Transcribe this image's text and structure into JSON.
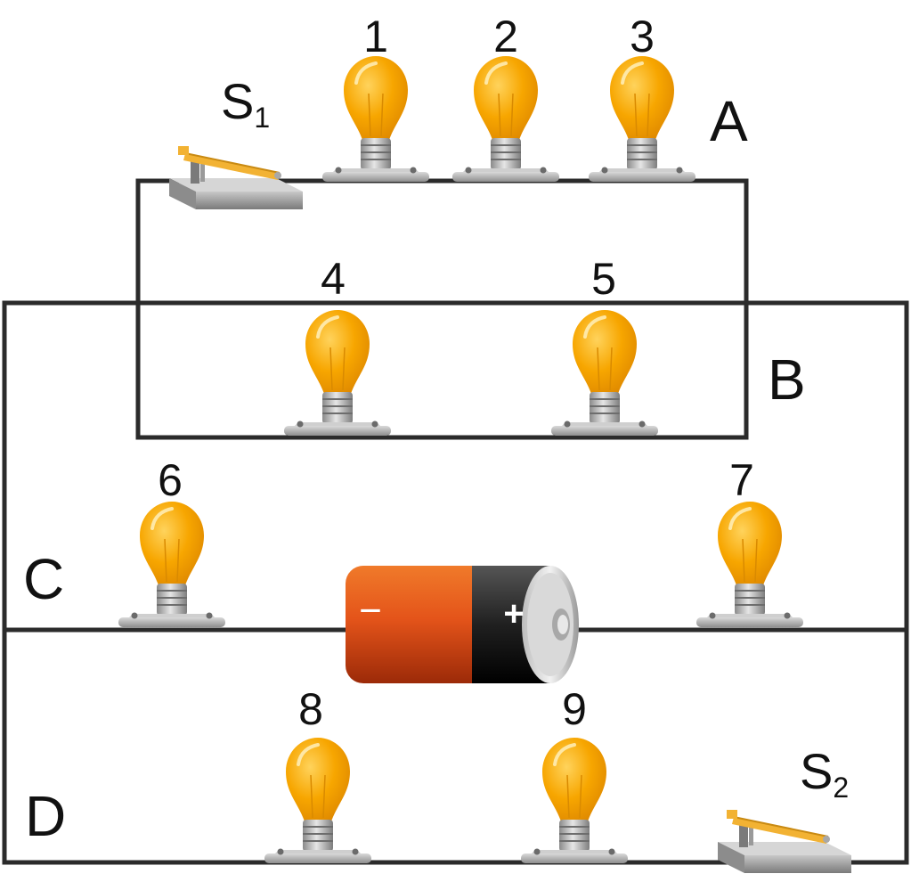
{
  "diagram": {
    "circuits": [
      {
        "id": "A",
        "label": "A"
      },
      {
        "id": "B",
        "label": "B"
      },
      {
        "id": "C",
        "label": "C"
      },
      {
        "id": "D",
        "label": "D"
      }
    ],
    "bulbs": [
      {
        "id": "1",
        "label": "1",
        "circuit": "A"
      },
      {
        "id": "2",
        "label": "2",
        "circuit": "A"
      },
      {
        "id": "3",
        "label": "3",
        "circuit": "A"
      },
      {
        "id": "4",
        "label": "4",
        "circuit": "B"
      },
      {
        "id": "5",
        "label": "5",
        "circuit": "B"
      },
      {
        "id": "6",
        "label": "6",
        "circuit": "C"
      },
      {
        "id": "7",
        "label": "7",
        "circuit": "C"
      },
      {
        "id": "8",
        "label": "8",
        "circuit": "D"
      },
      {
        "id": "9",
        "label": "9",
        "circuit": "D"
      }
    ],
    "switches": [
      {
        "id": "S1",
        "letter": "S",
        "subscript": "1",
        "circuit": "A",
        "state": "open"
      },
      {
        "id": "S2",
        "letter": "S",
        "subscript": "2",
        "circuit": "D",
        "state": "open"
      }
    ],
    "battery": {
      "negative_label": "−",
      "positive_label": "+"
    },
    "colors": {
      "wire": "#2b2b2b",
      "bulb_glass": "#f7a600",
      "bulb_highlight": "#ffd35c",
      "battery_body": "#e0501a",
      "battery_cap": "#222222",
      "switch_lever": "#f2b233"
    }
  }
}
